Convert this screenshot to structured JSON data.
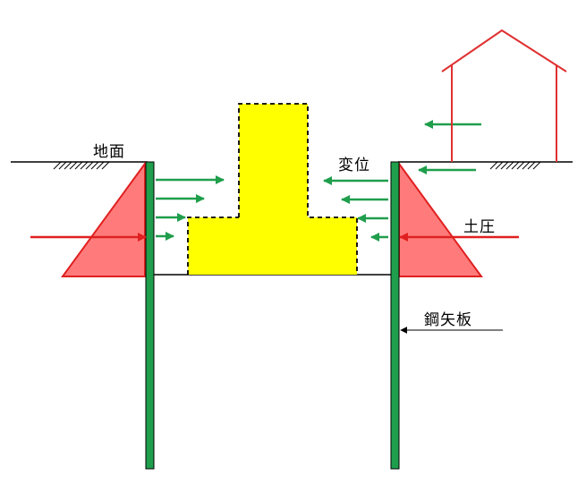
{
  "labels": {
    "ground": "地面",
    "displacement": "変位",
    "earth_pressure": "土圧",
    "sheet_pile": "鋼矢板"
  },
  "colors": {
    "sheet_pile": "#1f9e4c",
    "displacement_arrow": "#1f9e4c",
    "earth_pressure": "#ff7b7b",
    "earth_pressure_arrow": "#e02020",
    "house": "#e03030",
    "footing": "#ffff00"
  },
  "icons": {
    "house": "house-outline-icon"
  }
}
